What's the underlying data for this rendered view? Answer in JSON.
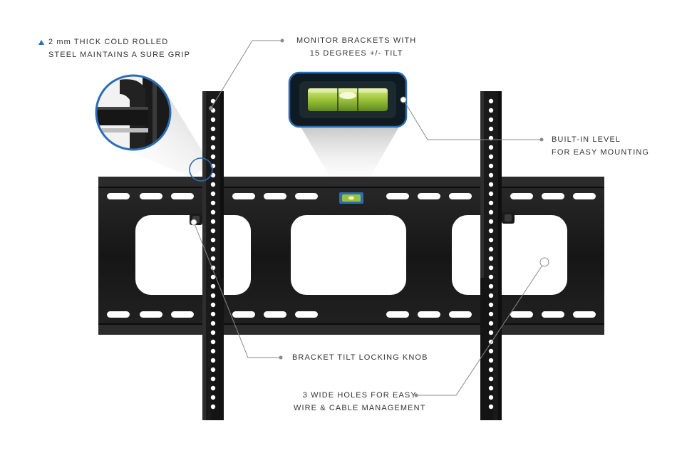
{
  "annotations": {
    "steel": {
      "line1": "2 mm THICK COLD ROLLED",
      "line2": "STEEL MAINTAINS A SURE GRIP"
    },
    "tilt": {
      "line1": "MONITOR BRACKETS WITH",
      "line2": "15 DEGREES +/- TILT"
    },
    "level": {
      "line1": "BUILT-IN LEVEL",
      "line2": "FOR EASY MOUNTING"
    },
    "knob": {
      "line1": "BRACKET TILT LOCKING KNOB"
    },
    "holes": {
      "line1": "3 WIDE HOLES FOR EASY",
      "line2": "WIRE & CABLE MANAGEMENT"
    }
  },
  "icons": {
    "bullet": "triangle-up-icon"
  },
  "colors": {
    "background": "#ffffff",
    "steel": "#1b1b1b",
    "accent": "#2a6db5",
    "leader": "#8a8a8a",
    "text": "#333333",
    "level_liquid": "#a4c93a"
  }
}
